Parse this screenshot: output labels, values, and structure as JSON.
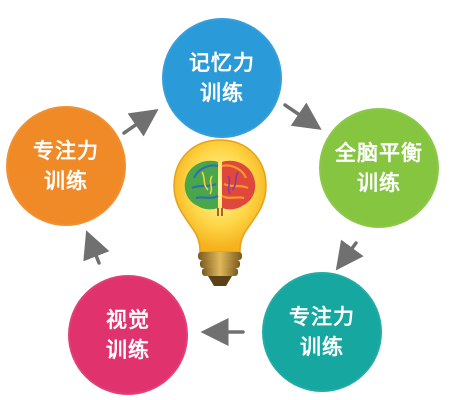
{
  "nodes": {
    "top": {
      "line1": "记忆力",
      "line2": "训练",
      "color": "#2a9ad8"
    },
    "right": {
      "line1": "全脑平衡",
      "line2": "训练",
      "color": "#86c540"
    },
    "bottom_right": {
      "line1": "专注力",
      "line2": "训练",
      "color": "#16a7a0"
    },
    "bottom_left": {
      "line1": "视觉",
      "line2": "训练",
      "color": "#e0336e"
    },
    "left": {
      "line1": "专注力",
      "line2": "训练",
      "color": "#f08a26"
    }
  },
  "center_icon": "lightbulb-brain-icon",
  "arrow_color": "#707070"
}
